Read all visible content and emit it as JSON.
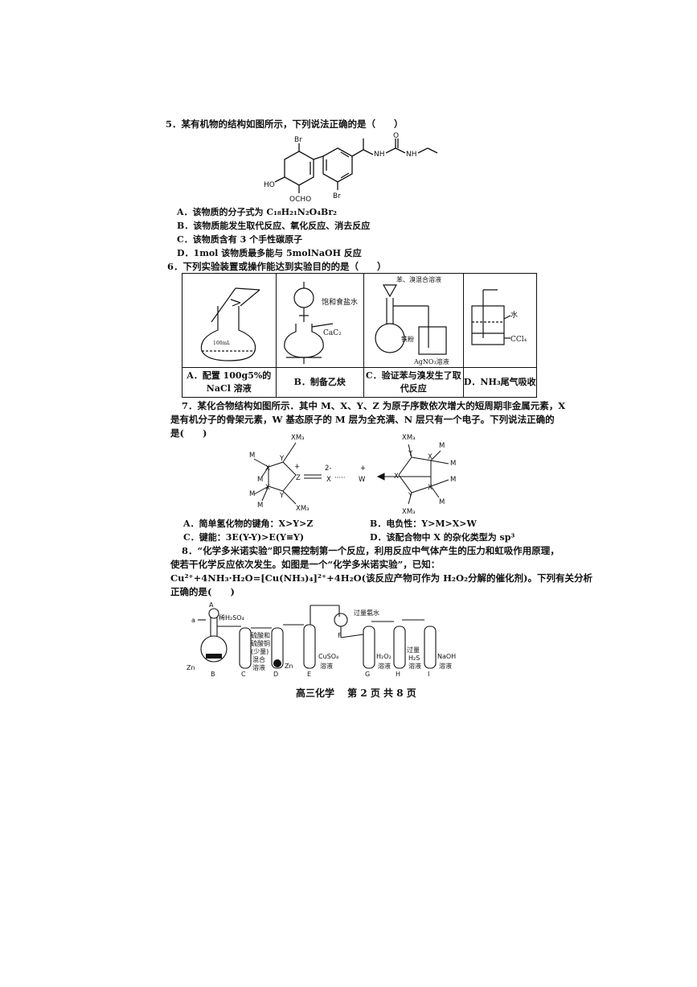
{
  "q5": {
    "stem": "5．某有机物的结构如图所示，下列说法正确的是（　　）",
    "struct_labels": {
      "br1": "Br",
      "br2": "Br",
      "ho": "HO",
      "ocho": "OCHO",
      "nh1": "NH",
      "nh2": "NH",
      "o": "O"
    },
    "options": [
      "A．该物质的分子式为 C₁₈H₂₁N₂O₄Br₂",
      "B．该物质能发生取代反应、氧化反应、消去反应",
      "C．该物质含有 3 个手性碳原子",
      "D．1mol 该物质最多能与 5molNaOH 反应"
    ]
  },
  "q6": {
    "stem": "6．下列实验装置或操作能达到实验目的的是（　　）",
    "cells": [
      {
        "caption_l1": "A．配置 100g5%的",
        "caption_l2": "NaCl 溶液",
        "flask_label": "100mL"
      },
      {
        "caption_l1": "B．制备乙炔",
        "caption_l2": "",
        "label_brine": "饱和食盐水",
        "label_cac2": "CaC₂"
      },
      {
        "caption_l1": "C．验证苯与溴发生了取",
        "caption_l2": "代反应",
        "label_top": "苯、溴混合溶液",
        "label_fe": "铁粉",
        "label_agno3": "AgNO₃溶液"
      },
      {
        "caption_l1": "D．NH₃尾气吸收",
        "caption_l2": "",
        "label_water": "水",
        "label_ccl4": "CCl₄"
      }
    ]
  },
  "q7": {
    "stem_l1": "7．某化合物结构如图所示．其中 M、X、Y、Z 为原子序数依次增大的短周期非金属元素，X",
    "stem_l2": "是有机分子的骨架元素，W 基态原子的 M 层为全充满、N 层只有一个电子。下列说法正确的",
    "stem_l3": "是(　　)",
    "struct": {
      "xm3": "XM₃",
      "m": "M",
      "x": "X",
      "y": "Y",
      "z": "Z",
      "plus": "+",
      "charge": "2-",
      "dots": "·····",
      "w": "W"
    },
    "options": [
      "A．简单氢化物的键角：X>Y>Z",
      "B．电负性：Y>M>X>W",
      "C．键能：3E(Y-Y)>E(Y≡Y)",
      "D．该配合物中 X 的杂化类型为 sp³"
    ]
  },
  "q8": {
    "stem_l1": "8．“化学多米诺实验”即只需控制第一个反应，利用反应中气体产生的压力和虹吸作用原理，",
    "stem_l2": "使若干化学反应依次发生。如图是一个“化学多米诺实验”，已知：",
    "stem_l3": "Cu²⁺+4NH₃·H₂O=[Cu(NH₃)₄]²⁺+4H₂O(该反应产物可作为 H₂O₂分解的催化剂)。下列有关分析",
    "stem_l4": "正确的是(　　)",
    "app": {
      "a": "a",
      "A": "A",
      "acid": "稀H₂SO₄",
      "B": "B",
      "zn1": "Zn",
      "C": "C",
      "c1": "硫酸和",
      "c2": "硫酸铜",
      "c3": "(少量)",
      "c4": "混合",
      "c5": "溶液",
      "D": "D",
      "zn2": "Zn",
      "E": "E",
      "cuso4_1": "CuSO₄",
      "cuso4_2": "溶液",
      "F": "F",
      "ammonia": "过量氨水",
      "G": "G",
      "h2o2_1": "H₂O₂",
      "h2o2_2": "溶液",
      "H": "H",
      "h2s_1": "过量",
      "h2s_2": "H₂S",
      "h2s_3": "溶液",
      "I": "I",
      "naoh_1": "NaOH",
      "naoh_2": "溶液"
    }
  },
  "footer": "高三化学　 第 2 页 共 8 页"
}
